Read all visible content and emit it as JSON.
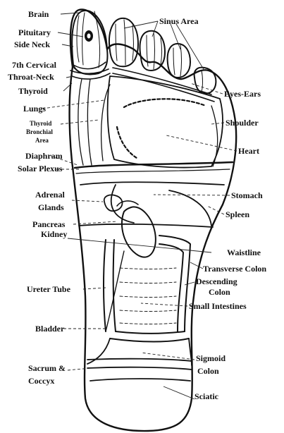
{
  "labels": {
    "brain": "Brain",
    "pituitary": "Pituitary",
    "side_neck": "Side Neck",
    "seventh_cervical": "7th Cervical",
    "throat_neck": "Throat-Neck",
    "thyroid": "Thyroid",
    "lungs": "Lungs",
    "thyroid_bronchial_1": "Thyroid",
    "thyroid_bronchial_2": "Bronchial",
    "thyroid_bronchial_3": "Area",
    "diaphram": "Diaphram",
    "solar_plexus": "Solar Plexus",
    "adrenal_1": "Adrenal",
    "adrenal_2": "Glands",
    "pancreas": "Pancreas",
    "kidney": "Kidney",
    "ureter_tube": "Ureter Tube",
    "bladder": "Bladder",
    "sacrum_1": "Sacrum &",
    "sacrum_2": "Coccyx",
    "sinus_area": "Sinus Area",
    "eyes_ears": "Eyes-Ears",
    "shoulder": "Shoulder",
    "heart": "Heart",
    "stomach": "Stomach",
    "spleen": "Spleen",
    "waistline": "Waistline",
    "transverse_colon": "Transverse Colon",
    "descending_1": "Descending",
    "descending_2": "Colon",
    "small_intestines": "Small Intestines",
    "sigmoid_1": "Sigmoid",
    "sigmoid_2": "Colon",
    "sciatic": "Sciatic"
  },
  "colors": {
    "ink": "#111111",
    "background": "#ffffff"
  }
}
